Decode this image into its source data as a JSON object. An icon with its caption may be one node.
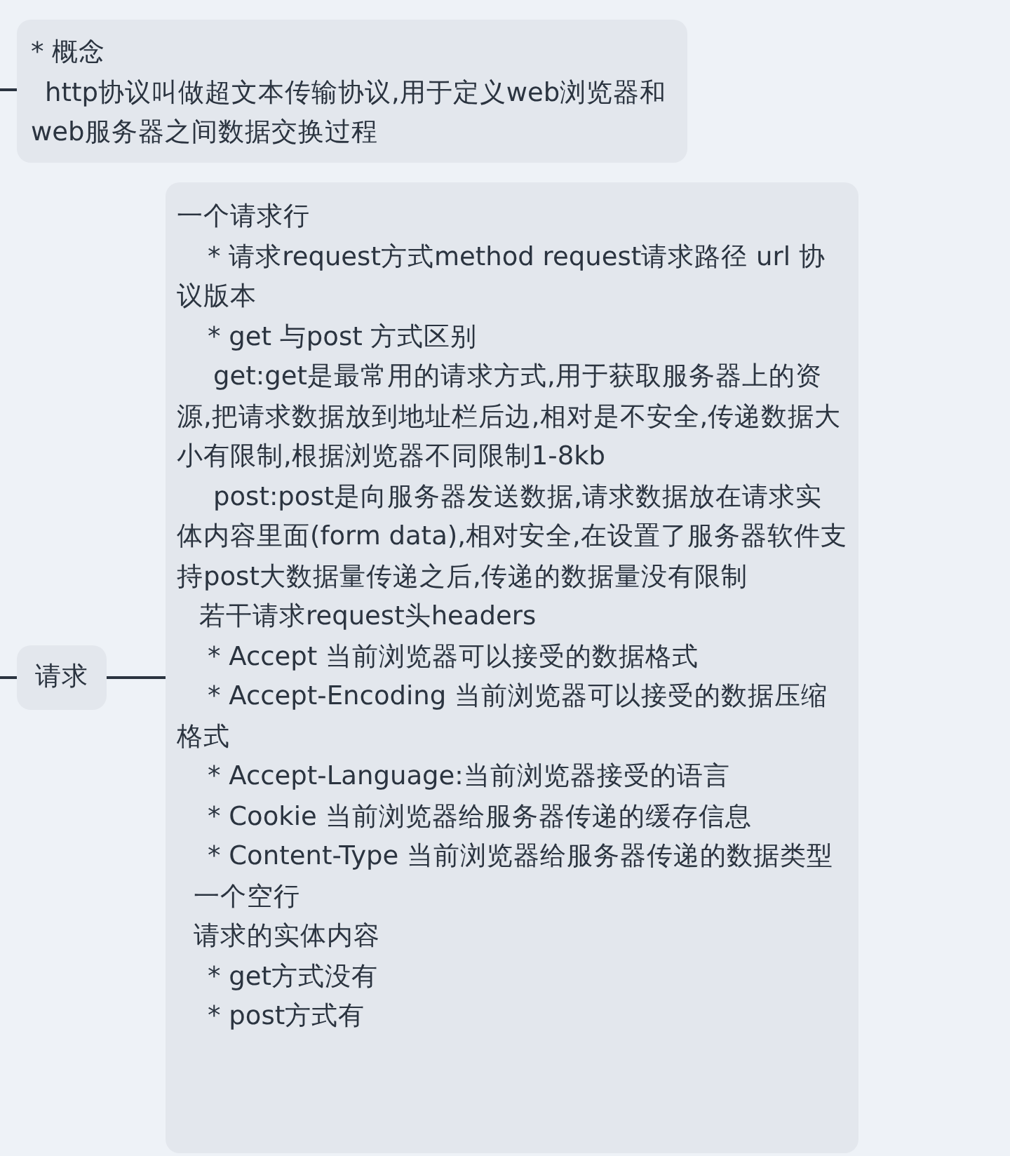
{
  "diagram": {
    "nodes": [
      {
        "text": [
          "* 概念",
          "http协议叫做超文本传输协议,用于定义web浏览器和web服务器之间数据交换过程"
        ]
      },
      {
        "text": [
          "请求"
        ]
      },
      {
        "text": [
          "一个请求行",
          "* 请求request方式method request请求路径 url 协议版本",
          "* get 与post 方式区别",
          "get:get是最常用的请求方式,用于获取服务器上的资源,把请求数据放到地址栏后边,相对是不安全,传递数据大小有限制,根据浏览器不同限制1-8kb",
          "post:post是向服务器发送数据,请求数据放在请求实体内容里面(form data),相对安全,在设置了服务器软件支持post大数据量传递之后,传递的数据量没有限制",
          "若干请求request头headers",
          "* Accept 当前浏览器可以接受的数据格式",
          "* Accept-Encoding 当前浏览器可以接受的数据压缩格式",
          "* Accept-Language:当前浏览器接受的语言",
          "* Cookie 当前浏览器给服务器传递的缓存信息",
          "* Content-Type 当前浏览器给服务器传递的数据类型",
          "一个空行",
          "请求的实体内容",
          "* get方式没有",
          "* post方式有"
        ]
      }
    ],
    "edges": [
      {
        "from": null,
        "to": 0,
        "arrow": "none"
      },
      {
        "from": null,
        "to": 1,
        "arrow": "none"
      },
      {
        "from": 1,
        "to": 2,
        "arrow": "none"
      }
    ]
  }
}
